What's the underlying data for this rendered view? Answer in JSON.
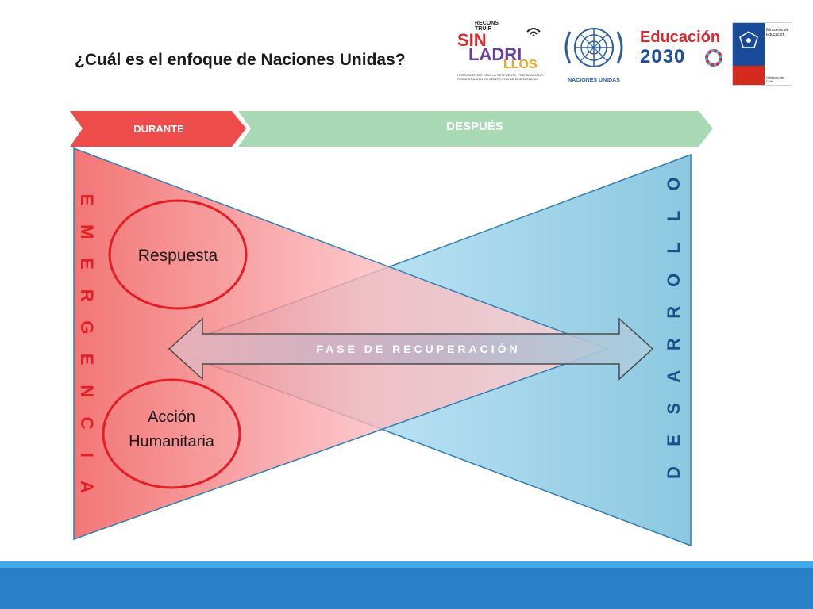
{
  "title": "¿Cuál es el enfoque de Naciones Unidas?",
  "phases": {
    "during": "DURANTE",
    "after": "DESPUÉS"
  },
  "left_vertical": [
    "E",
    "M",
    "E",
    "R",
    "G",
    "E",
    "N",
    "C",
    "I",
    "A"
  ],
  "right_vertical": [
    "D",
    "E",
    "S",
    "A",
    "R",
    "R",
    "O",
    "L",
    "L",
    "O"
  ],
  "circles": {
    "response": "Respuesta",
    "humanitarian_line1": "Acción",
    "humanitarian_line2": "Humanitaria"
  },
  "arrow_label": "FASE DE RECUPERACIÓN",
  "logos": {
    "sin_ladrillos": {
      "top_line1": "RECONS",
      "top_line2": "TRUIR",
      "word1": "SIN",
      "word2": "LADRI",
      "word3": "LLOS",
      "subtitle": "HERRAMIENTAS PARA LA RESPUESTA, PREPARACIÓN Y RECUPERACIÓN EN CONTEXTOS DE EMERGENCIAS"
    },
    "un": {
      "label": "NACIONES UNIDAS"
    },
    "education": {
      "word": "Educación",
      "year": "2030"
    },
    "ministry": {
      "line1": "Ministerio de",
      "line2": "Educación",
      "footer": "Gobierno de Chile"
    }
  },
  "colors": {
    "emergency_red": "#f05454",
    "development_blue": "#8cc8e0",
    "circle_stroke": "#e31e24",
    "during_tab": "#ee4b4b",
    "after_tab": "#a8d8b4",
    "footer_bar": "#2a80c6"
  }
}
